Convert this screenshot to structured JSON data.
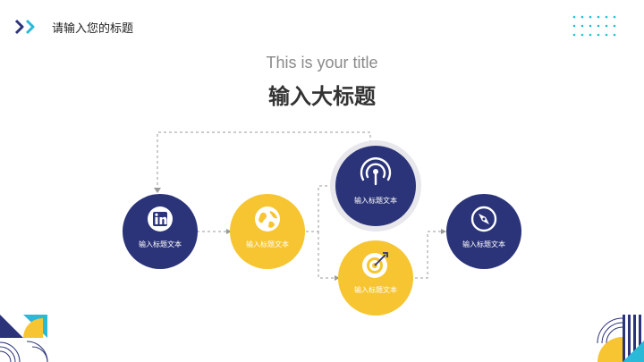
{
  "header": {
    "title": "请输入您的标题"
  },
  "slide": {
    "subtitle": "This is your title",
    "title": "输入大标题"
  },
  "nodes": [
    {
      "label": "输入标题文本",
      "icon": "linkedin-icon",
      "color": "#2b3479"
    },
    {
      "label": "输入标题文本",
      "icon": "globe-icon",
      "color": "#f6c531"
    },
    {
      "label": "输入标题文本",
      "icon": "broadcast-icon",
      "color": "#2b3479"
    },
    {
      "label": "输入标题文本",
      "icon": "target-icon",
      "color": "#f6c531"
    },
    {
      "label": "输入标题文本",
      "icon": "compass-icon",
      "color": "#2b3479"
    }
  ],
  "colors": {
    "navy": "#2b3479",
    "yellow": "#f6c531",
    "cyan": "#2bb9d8",
    "connector": "#9a9a9a"
  }
}
